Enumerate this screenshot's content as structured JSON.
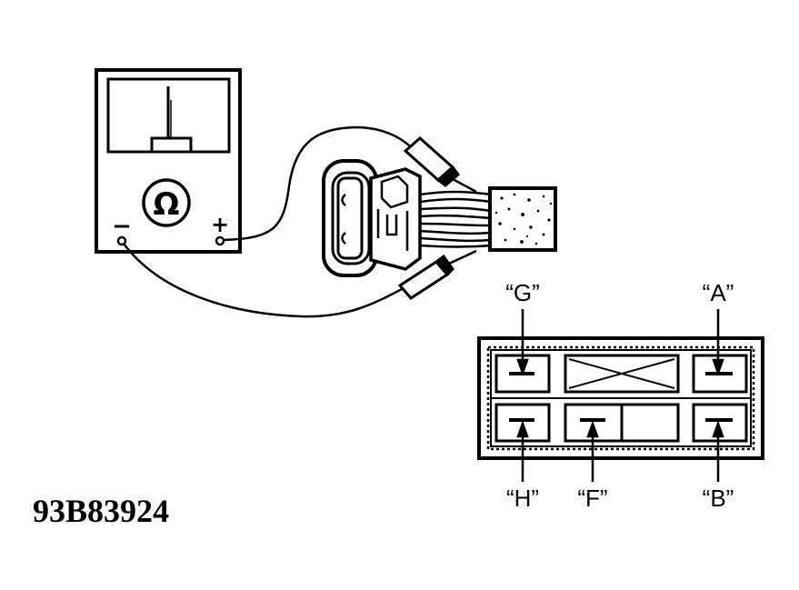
{
  "figure_code": "93B83924",
  "meter": {
    "symbol": "Ω",
    "minus": "−",
    "plus": "+"
  },
  "terminals": {
    "g": "“G”",
    "a": "“A”",
    "h": "“H”",
    "f": "“F”",
    "b": "“B”"
  },
  "colors": {
    "ink": "#000000",
    "paper": "#ffffff"
  }
}
